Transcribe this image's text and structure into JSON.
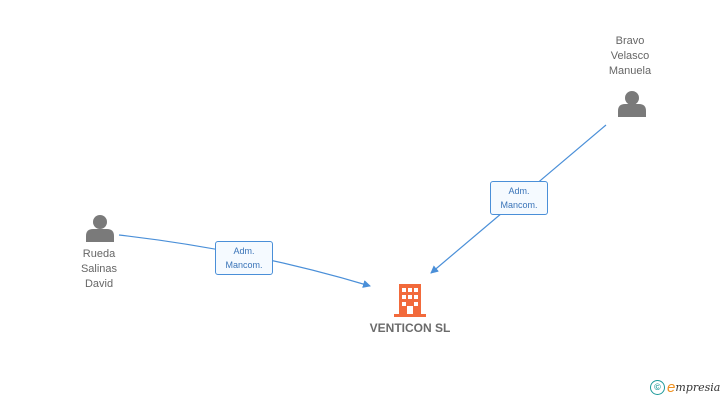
{
  "nodes": {
    "company": {
      "name": "VENTICON SL",
      "icon": "building-icon",
      "color": "#f26a3b"
    },
    "person_rueda": {
      "lines": [
        "Rueda",
        "Salinas",
        "David"
      ],
      "icon": "person-icon"
    },
    "person_bravo": {
      "lines": [
        "Bravo",
        "Velasco",
        "Manuela"
      ],
      "icon": "person-icon"
    }
  },
  "relations": [
    {
      "from": "Rueda Salinas David",
      "to": "VENTICON SL",
      "lines": [
        "Adm.",
        "Mancom."
      ]
    },
    {
      "from": "Bravo Velasco Manuela",
      "to": "VENTICON SL",
      "lines": [
        "Adm.",
        "Mancom."
      ]
    }
  ],
  "watermark": {
    "symbol": "©",
    "brand_first": "e",
    "brand_rest": "mpresia"
  },
  "colors": {
    "edge": "#4a8fd8",
    "person": "#7a7a7a",
    "company": "#f26a3b"
  }
}
